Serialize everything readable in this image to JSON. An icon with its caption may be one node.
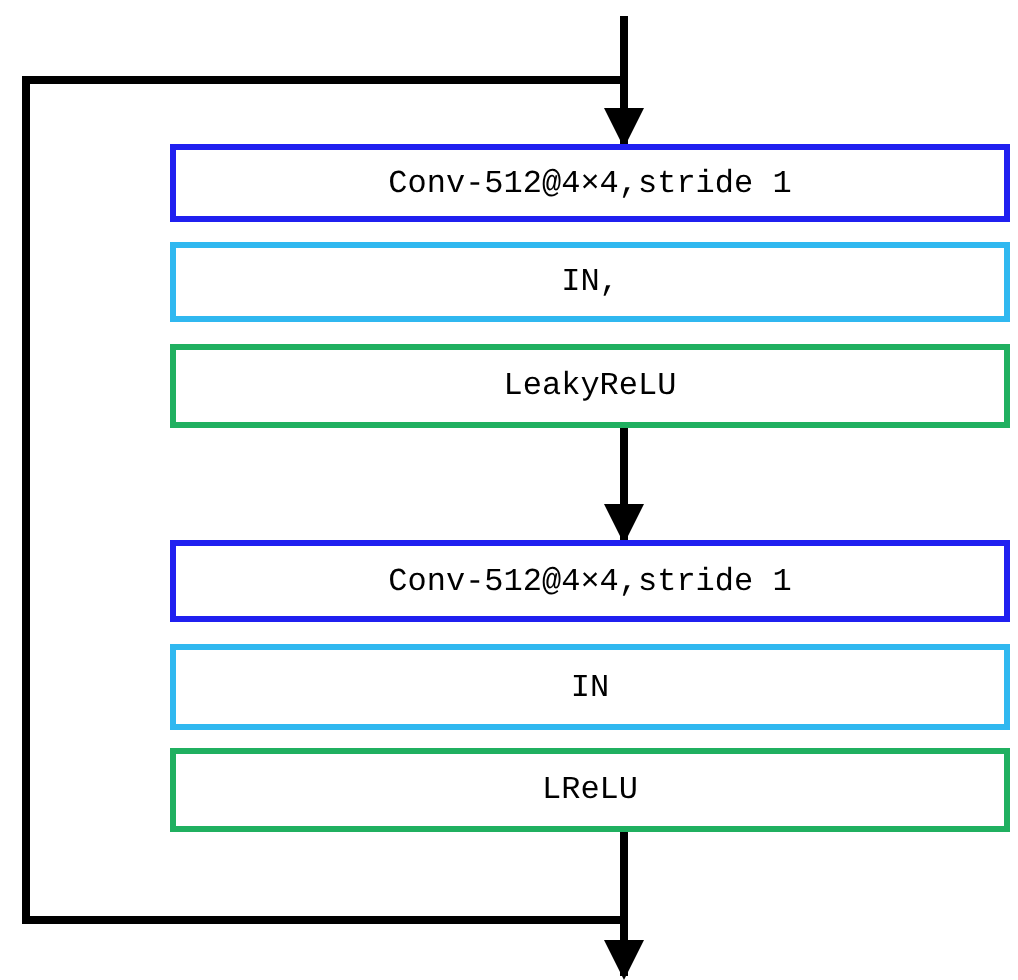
{
  "diagram": {
    "nodes": [
      {
        "text": [
          "Conv-512@4×4,stride 1"
        ]
      },
      {
        "text": [
          "IN,"
        ]
      },
      {
        "text": [
          "LeakyReLU"
        ]
      },
      {
        "text": [
          "Conv-512@4×4,stride 1"
        ]
      },
      {
        "text": [
          "IN"
        ]
      },
      {
        "text": [
          "LReLU"
        ]
      }
    ],
    "edges": [
      {
        "from": null,
        "to": 0,
        "arrow": "to"
      },
      {
        "from": 2,
        "to": 3,
        "arrow": "to"
      },
      {
        "from": 5,
        "to": null,
        "arrow": "to"
      }
    ]
  }
}
